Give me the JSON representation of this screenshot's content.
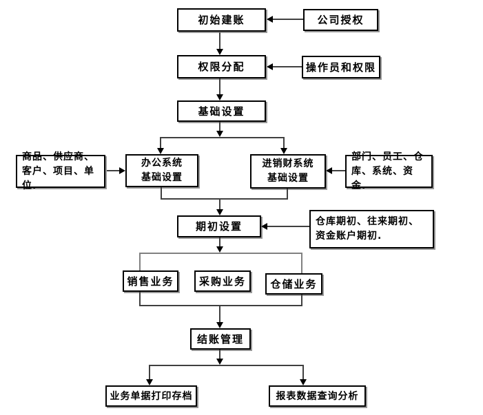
{
  "diagram": {
    "type": "flowchart",
    "background": "#ffffff",
    "colors": {
      "box_border": "#000000",
      "box_fill": "#ffffff",
      "box_shadow": "#979797",
      "connector_dark": "#3f3f3f",
      "connector_gray": "#808080",
      "arrowhead": "#000000",
      "text": "#000000"
    },
    "nodes": {
      "initial_account": "初始建账",
      "company_auth": "公司授权",
      "permission_assignment": "权限分配",
      "operators_permissions": "操作员和权限",
      "basic_settings": "基础设置",
      "goods_note": "商品、供应商、客户、项目、单位.",
      "office_system": "办公系统\n基础设置",
      "jxc_system": "进销财系统\n基础设置",
      "dept_note": "部门、员工、仓库、系统、资金.",
      "opening_settings": "期初设置",
      "opening_note": "仓库期初、往来期初、资金账户期初.",
      "sales_business": "销售业务",
      "purchase_business": "采购业务",
      "warehouse_business": "仓储业务",
      "closing_management": "结账管理",
      "print_archive": "业务单据打印存档",
      "report_analysis": "报表数据查询分析"
    },
    "edges": [
      "公司授权 -> 初始建账",
      "初始建账 -> 权限分配",
      "操作员和权限 -> 权限分配",
      "权限分配 -> 基础设置",
      "基础设置 -> 办公系统基础设置",
      "基础设置 -> 进销财系统基础设置",
      "商品、供应商、客户、项目、单位. -> 办公系统基础设置",
      "部门、员工、仓库、系统、资金. -> 进销财系统基础设置",
      "办公系统基础设置 -> 期初设置",
      "进销财系统基础设置 -> 期初设置",
      "仓库期初、往来期初、资金账户期初. -> 期初设置",
      "期初设置 -> 销售业务/采购业务/仓储业务",
      "销售业务/采购业务/仓储业务 -> 结账管理",
      "结账管理 -> 业务单据打印存档",
      "结账管理 -> 报表数据查询分析"
    ]
  }
}
